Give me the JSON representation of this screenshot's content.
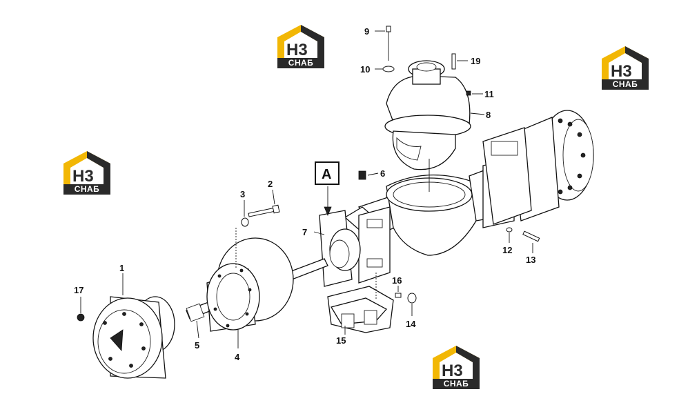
{
  "diagram": {
    "box_label": "A",
    "callouts": [
      "1",
      "2",
      "3",
      "4",
      "5",
      "6",
      "7",
      "8",
      "9",
      "10",
      "11",
      "12",
      "13",
      "14",
      "15",
      "16",
      "17",
      "19"
    ]
  },
  "watermark": {
    "logo_letters": "H3",
    "logo_text": "СНАБ",
    "colors": {
      "yellow": "#f2b705",
      "dark": "#2a2a2a"
    }
  }
}
